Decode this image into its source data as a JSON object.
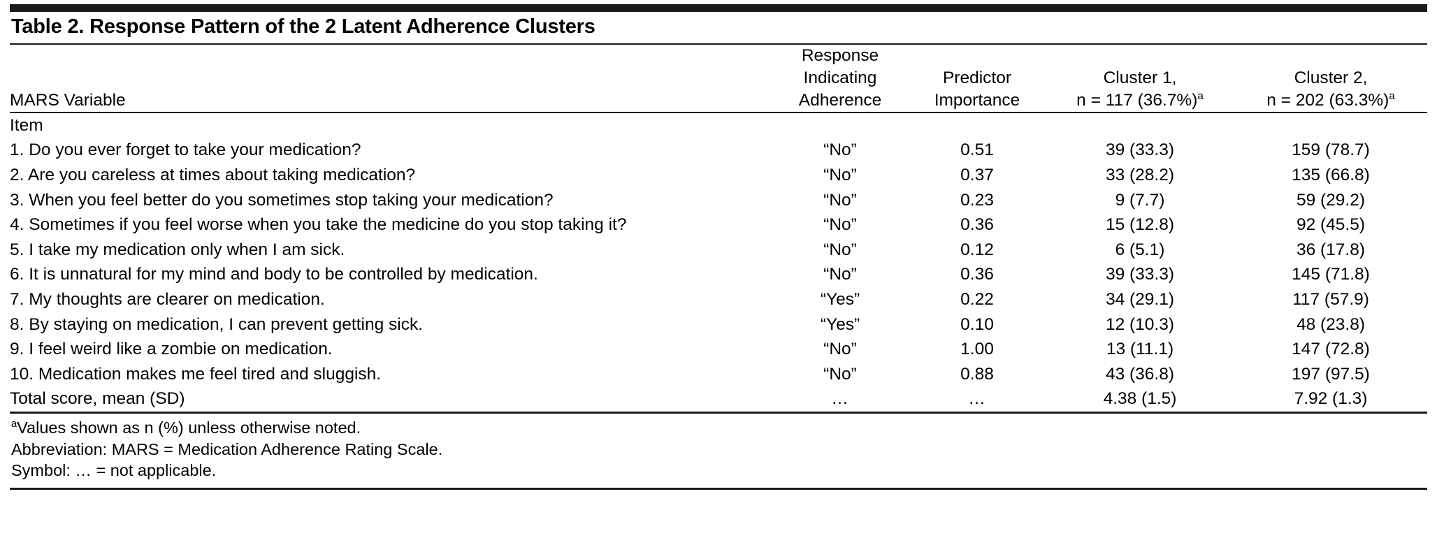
{
  "table": {
    "title": "Table 2. Response Pattern of the 2 Latent Adherence Clusters",
    "headers": {
      "variable": "MARS Variable",
      "response_l1": "Response",
      "response_l2": "Indicating",
      "response_l3": "Adherence",
      "predictor_l1": "Predictor",
      "predictor_l2": "Importance",
      "cluster1_l1": "Cluster 1,",
      "cluster1_l2": "n = 117 (36.7%)",
      "cluster1_sup": "a",
      "cluster2_l1": "Cluster 2,",
      "cluster2_l2": "n = 202 (63.3%)",
      "cluster2_sup": "a"
    },
    "section_label": "Item",
    "rows": [
      {
        "item": "1. Do you ever forget to take your medication?",
        "response": "“No”",
        "predictor": "0.51",
        "cluster1": "39 (33.3)",
        "cluster2": "159 (78.7)"
      },
      {
        "item": "2. Are you careless at times about taking medication?",
        "response": "“No”",
        "predictor": "0.37",
        "cluster1": "33 (28.2)",
        "cluster2": "135 (66.8)"
      },
      {
        "item": "3. When you feel better do you sometimes stop taking your medication?",
        "response": "“No”",
        "predictor": "0.23",
        "cluster1": "9 (7.7)",
        "cluster2": "59 (29.2)"
      },
      {
        "item": "4. Sometimes if you feel worse when you take the medicine do you stop taking it?",
        "response": "“No”",
        "predictor": "0.36",
        "cluster1": "15 (12.8)",
        "cluster2": "92 (45.5)"
      },
      {
        "item": "5. I take my medication only when I am sick.",
        "response": "“No”",
        "predictor": "0.12",
        "cluster1": "6 (5.1)",
        "cluster2": "36 (17.8)"
      },
      {
        "item": "6. It is unnatural for my mind and body to be controlled by medication.",
        "response": "“No”",
        "predictor": "0.36",
        "cluster1": "39 (33.3)",
        "cluster2": "145 (71.8)"
      },
      {
        "item": "7. My thoughts are clearer on medication.",
        "response": "“Yes”",
        "predictor": "0.22",
        "cluster1": "34 (29.1)",
        "cluster2": "117 (57.9)"
      },
      {
        "item": "8. By staying on medication, I can prevent getting sick.",
        "response": "“Yes”",
        "predictor": "0.10",
        "cluster1": "12 (10.3)",
        "cluster2": "48 (23.8)"
      },
      {
        "item": "9. I feel weird like a zombie on medication.",
        "response": "“No”",
        "predictor": "1.00",
        "cluster1": "13 (11.1)",
        "cluster2": "147 (72.8)"
      },
      {
        "item": "10. Medication makes me feel tired and sluggish.",
        "response": "“No”",
        "predictor": "0.88",
        "cluster1": "43 (36.8)",
        "cluster2": "197 (97.5)"
      }
    ],
    "total_row": {
      "item": "Total score, mean (SD)",
      "response": "…",
      "predictor": "…",
      "cluster1": "4.38 (1.5)",
      "cluster2": "7.92 (1.3)"
    },
    "footnotes": [
      {
        "sup": "a",
        "text": "Values shown as n (%) unless otherwise noted."
      },
      {
        "sup": "",
        "text": "Abbreviation: MARS = Medication Adherence Rating Scale."
      },
      {
        "sup": "",
        "text": "Symbol: … = not applicable."
      }
    ]
  }
}
